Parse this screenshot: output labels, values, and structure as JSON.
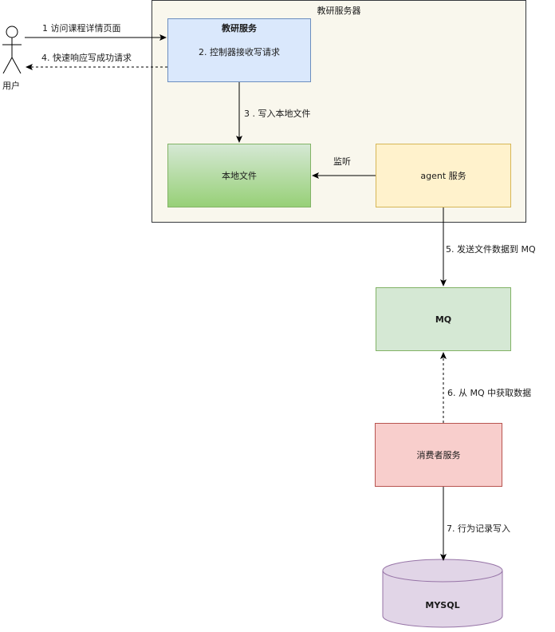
{
  "server_group": {
    "title": "教研服务器"
  },
  "actor": {
    "label": "用户"
  },
  "nodes": {
    "teaching_service": {
      "title": "教研服务",
      "subtitle": "2. 控制器接收写请求"
    },
    "local_file": {
      "label": "本地文件"
    },
    "agent": {
      "label": "agent 服务"
    },
    "mq": {
      "label": "MQ"
    },
    "consumer": {
      "label": "消费者服务"
    },
    "mysql": {
      "label": "MYSQL"
    }
  },
  "edges": {
    "e1": "1 访问课程详情页面",
    "e4": "4. 快速响应写成功请求",
    "e3": "3 . 写入本地文件",
    "listen": "监听",
    "e5": "5. 发送文件数据到 MQ",
    "e6": "6. 从 MQ 中获取数据",
    "e7": "7. 行为记录写入"
  },
  "colors": {
    "group_fill": "#f9f7ed",
    "blue_fill": "#dae8fc",
    "blue_stroke": "#6c8ebf",
    "green_top": "#d5e8d4",
    "green_bottom": "#97d077",
    "green_stroke": "#82b366",
    "yellow_fill": "#fff2cc",
    "yellow_stroke": "#d6b656",
    "mq_fill": "#d5e8d4",
    "red_fill": "#f8cecc",
    "red_stroke": "#b85450",
    "purple_fill": "#e1d5e7",
    "purple_stroke": "#9673a6"
  }
}
